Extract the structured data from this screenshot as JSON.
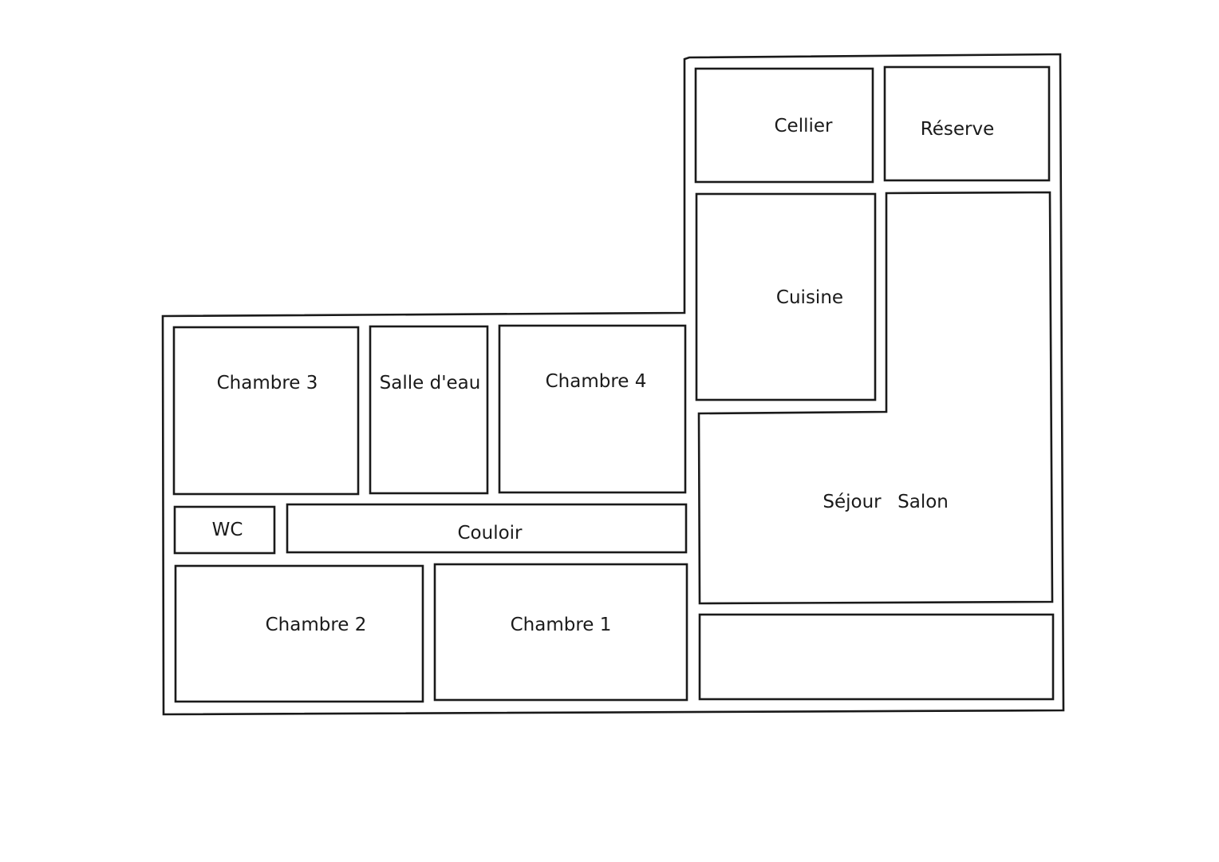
{
  "rooms": {
    "cellier": "Cellier",
    "reserve": "Réserve",
    "cuisine": "Cuisine",
    "sejour": "Séjour",
    "salon": "Salon",
    "chambre_3": "Chambre 3",
    "salle_eau": "Salle d'eau",
    "chambre_4": "Chambre 4",
    "wc": "WC",
    "couloir": "Couloir",
    "chambre_2": "Chambre 2",
    "chambre_1": "Chambre 1"
  }
}
